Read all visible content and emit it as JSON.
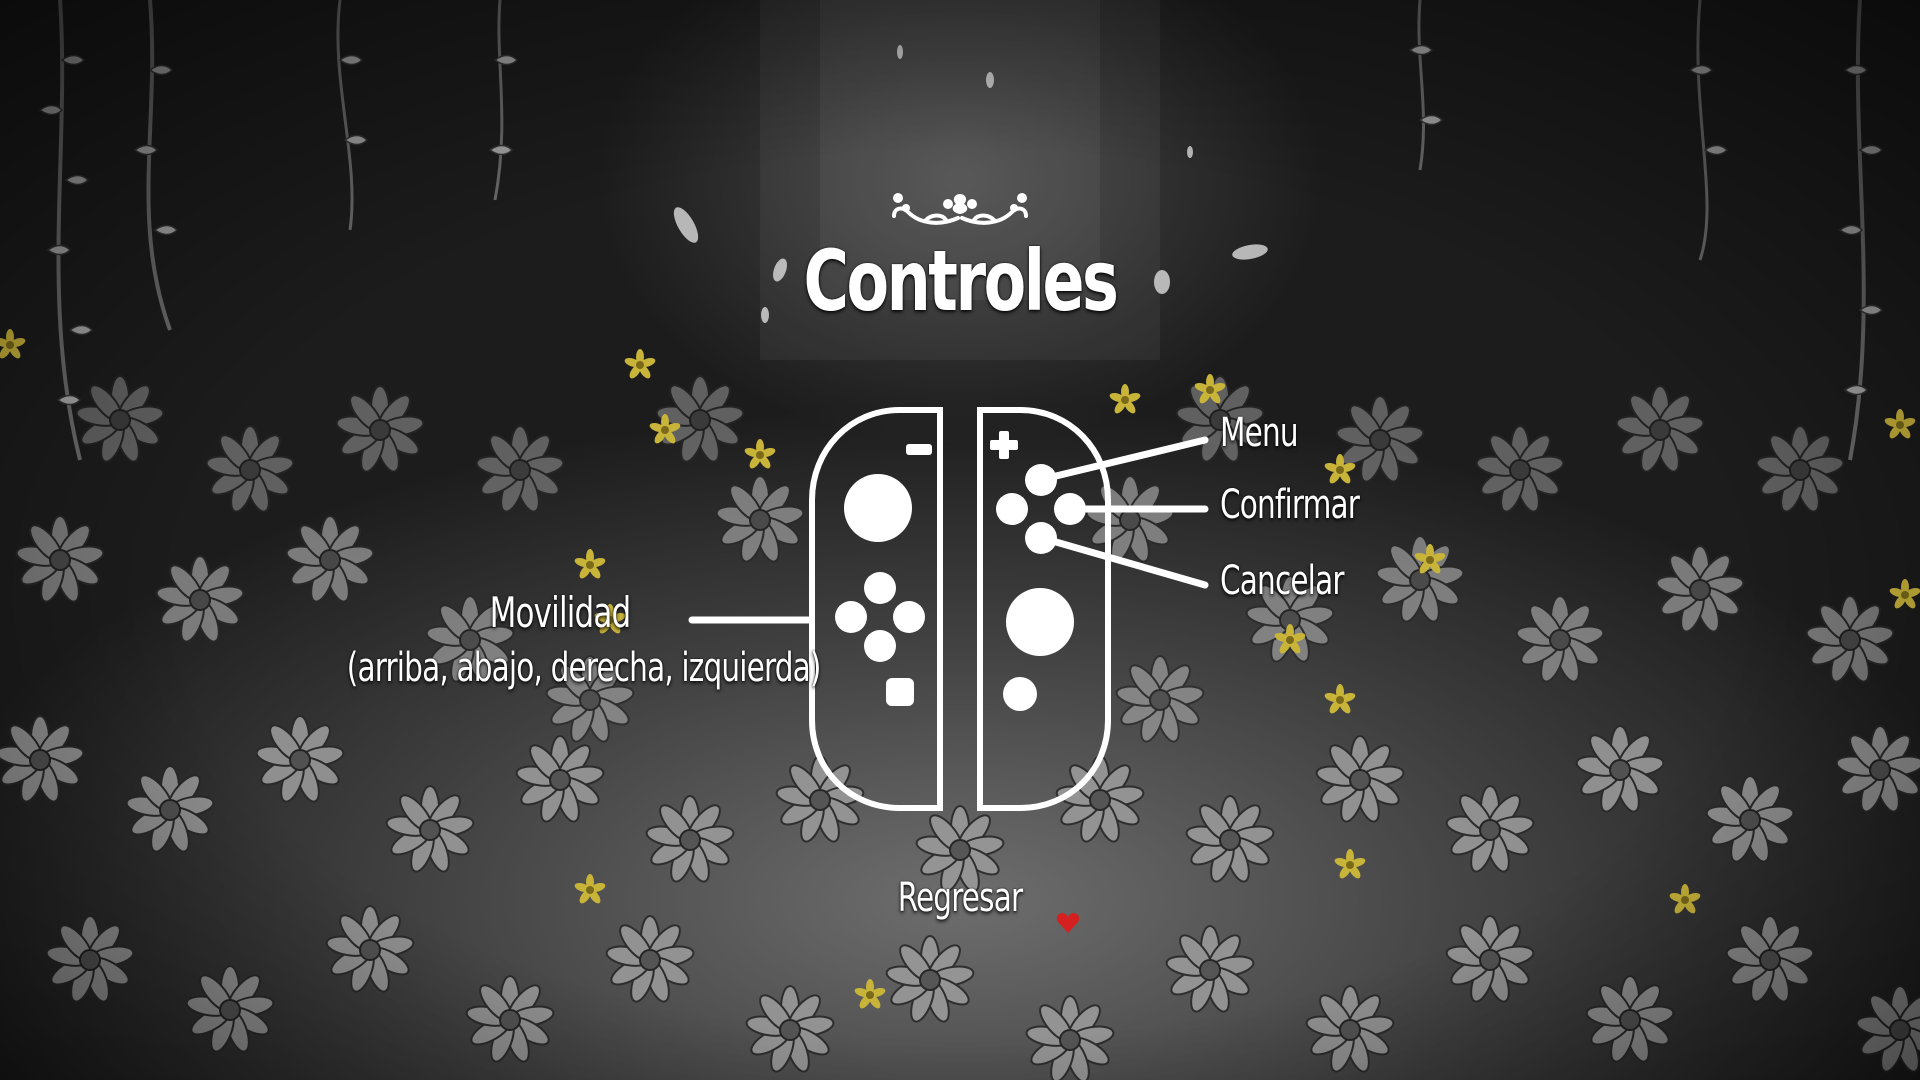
{
  "screen": {
    "title": "Controles",
    "back_label": "Regresar"
  },
  "controls": {
    "menu": "Menu",
    "confirm": "Confirmar",
    "cancel": "Cancelar",
    "movement": "Movilidad",
    "movement_detail": "(arriba, abajo, derecha, izquierda)"
  },
  "icons": {
    "ornament": "flourish-ornament-icon",
    "controller": "joycon-controller-icon",
    "cursor": "heart-icon"
  },
  "colors": {
    "text": "#ffffff",
    "cursor": "#d42020",
    "flower_accent": "#d8c23a"
  }
}
